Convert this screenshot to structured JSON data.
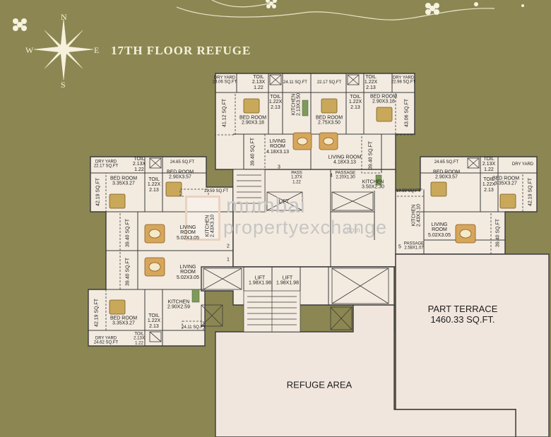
{
  "title": "17TH FLOOR REFUGE",
  "compass": {
    "n": "N",
    "s": "S",
    "e": "E",
    "w": "W"
  },
  "watermark": {
    "line1": "mumbai",
    "line2": "propertyexchange",
    "line3": ".com"
  },
  "colors": {
    "background": "#8c8752",
    "plan_fill": "#f3ebe0",
    "wall": "#3a3a3a"
  },
  "labels": {
    "toilet_tl_a": "TOIL\n2.13X\n1.22",
    "dry_yard_tl": "DRY YARD\n23.06 SQ.FT",
    "area_2411_top": "24.11 SQ.FT",
    "area_2217": "22.17 SQ.FT",
    "toilet_tr_a": "TOIL\n1.22X\n2.13",
    "dry_yard_tr": "DRY YARD\n22.98 SQ.FT",
    "area_4112": "41.12 SQ.FT",
    "bed_tl": "BED ROOM\n2.90X3.18",
    "toilet_tl_b": "TOIL\n1.22X\n2.13",
    "kitchen_tl": "KITCHEN\n2.13X3.50",
    "bed_tc": "BED ROOM\n2.75X3.50",
    "toilet_tr_b": "TOIL\n1.22X\n2.13",
    "bed_tr": "BED ROOM\n2.90X3.18",
    "area_4306": "43.06 SQ.FT",
    "living_top_l": "LIVING\nROOM\n4.18X3.13",
    "living_top_r": "LIVING ROOM\n4.18X3.13",
    "area_3940_tl": "39.40 SQ.FT",
    "area_3940_tr": "39.40 SQ.FT",
    "num_3": "3",
    "pass_top": "PASS\n1.37X\n1.22",
    "num_4": "4",
    "passage_top": "PASSAGE\n2.20X1.30",
    "kitchen_top_r": "KITCHEN\n3.50X2.30",
    "dry_yard_ml": "DRY YARD\n22.17 SQ.FT",
    "toilet_ml": "TOIL\n2.13X\n1.22",
    "area_2465_l": "24.65 SQ.FT",
    "bed_ml_a": "BED ROOM\n2.90X3.57",
    "bed_ml_b": "BED ROOM\n3.35X3.27",
    "toilet_ml_b": "TOIL\n1.22X\n2.13",
    "area_4219_l1": "42.19 SQ.FT",
    "area_1959_l": "19.59 SQ.FT",
    "kitchen_ml": "KITCHEN\n2.43X3.10",
    "living_ml": "LIVING\nROOM\n5.02X3.05",
    "area_3940_l1": "39.40 SQ.FT",
    "num_2": "2",
    "num_1": "1",
    "living_ml_b": "LIVING\nROOM\n5.02X3.05",
    "area_3940_l2": "39.40 SQ.FT",
    "kitchen_bl": "KITCHEN\n2.90X2.59",
    "bed_bl": "BED ROOM\n3.35X3.27",
    "area_4219_l2": "42.19 SQ.FT",
    "toilet_bl": "TOIL\n1.22X\n2.13",
    "area_2411_bl": "24.11 SQ.FT",
    "dry_yard_bl": "DRY YARD\n24.62 SQ.FT",
    "toilet_bl_b": "TOIL\n2.13X\n1.22",
    "lift_a": "LIFT\n1.98X1.98",
    "lift_b": "LIFT\n1.98X1.98",
    "lift_c": "LIFT",
    "area_2465_r": "24.65 SQ.FT",
    "toilet_mr": "TOIL\n2.13X\n1.22",
    "dry_yard_mr": "DRY YARD",
    "bed_mr_a": "BED ROOM\n2.90X3.57",
    "toilet_mr_b": "TOIL\n1.22X\n2.13",
    "bed_mr_b": "BED ROOM\n3.35X3.27",
    "area_4219_r": "42.19 SQ.FT",
    "area_1959_r": "19.59 SQ.FT",
    "kitchen_mr": "KITCHEN\n2.43X3.10",
    "living_mr": "LIVING\nROOM\n5.02X3.05",
    "area_3940_r": "39.40 SQ.FT",
    "num_5": "5",
    "passage_mr": "PASSAGE\n2.58X1.07",
    "terrace": "PART TERRACE\n1460.33 SQ.FT.",
    "refuge": "REFUGE AREA"
  }
}
